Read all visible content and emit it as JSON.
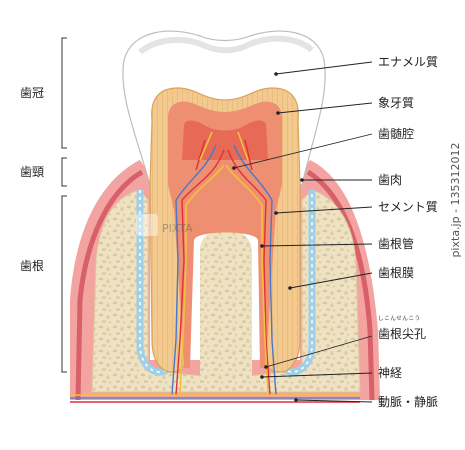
{
  "left_labels": {
    "crown": "歯冠",
    "neck": "歯頸",
    "root": "歯根"
  },
  "right_labels": {
    "enamel": "エナメル質",
    "dentin": "象牙質",
    "pulp_cavity": "歯髄腔",
    "gum": "歯肉",
    "cementum": "セメント質",
    "root_canal": "歯根管",
    "periodontal_membrane": "歯根膜",
    "apical_foramen": "歯根尖孔",
    "apical_foramen_ruby": "しこんせんこう",
    "nerve": "神経",
    "artery_vein": "動脈・静脈"
  },
  "watermark": {
    "id_text": "pixta.jp - 135312012",
    "logo_text": "PIXTA"
  },
  "colors": {
    "enamel": "#ffffff",
    "dentin": "#f2c98f",
    "dentin_line": "#d9a35c",
    "pulp": "#ee8f72",
    "pulp_core": "#e66a55",
    "gum": "#f3a3a0",
    "gum_dark": "#d8606a",
    "bone": "#efe2c2",
    "bone_spots": "#d8c8a2",
    "membrane": "#9fd0e8",
    "artery": "#e0303a",
    "vein": "#4a78c8",
    "nerve": "#f2c13a"
  }
}
